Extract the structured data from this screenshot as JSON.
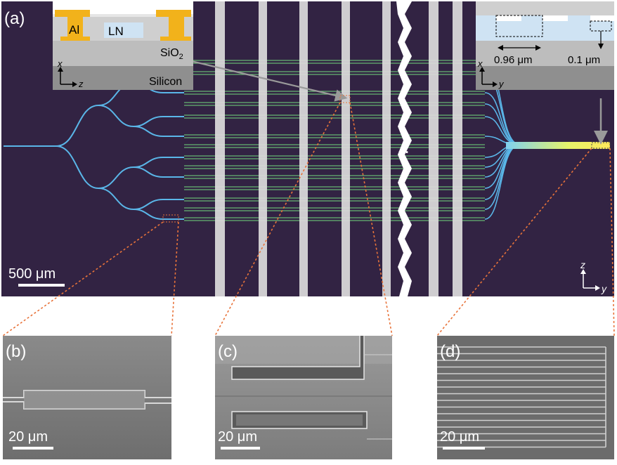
{
  "panels": {
    "a": {
      "label": "(a)",
      "scale_bar": "500 μm"
    },
    "b": {
      "label": "(b)",
      "scale_bar": "20 μm"
    },
    "c": {
      "label": "(c)",
      "scale_bar": "20 μm"
    },
    "d": {
      "label": "(d)",
      "scale_bar": "20 μm"
    }
  },
  "cross_section_left": {
    "metal_label": "Al",
    "core_label": "LN",
    "cladding_label": "SiO",
    "cladding_subscript": "2",
    "substrate_label": "Silicon",
    "axis_vertical": "x",
    "axis_horizontal": "z"
  },
  "cross_section_right": {
    "period_label": "0.96 μm",
    "depth_label": "0.1 μm",
    "axis_vertical": "x",
    "axis_horizontal": "y"
  },
  "main_axes": {
    "vertical": "z",
    "horizontal": "y"
  },
  "ellipsis": "...",
  "colors": {
    "chip_background": "#2e1f3e",
    "electrode": "#dcdcdc",
    "aluminum": "#f2b21b",
    "lithium_niobate": "#cfe3f3",
    "silica": "#bdbdbd",
    "silicon": "#8f8f8f",
    "waveguide_green": "#6fcf7a",
    "waveguide_blue": "#5ab6e8",
    "guide_line": "#e8733a"
  }
}
